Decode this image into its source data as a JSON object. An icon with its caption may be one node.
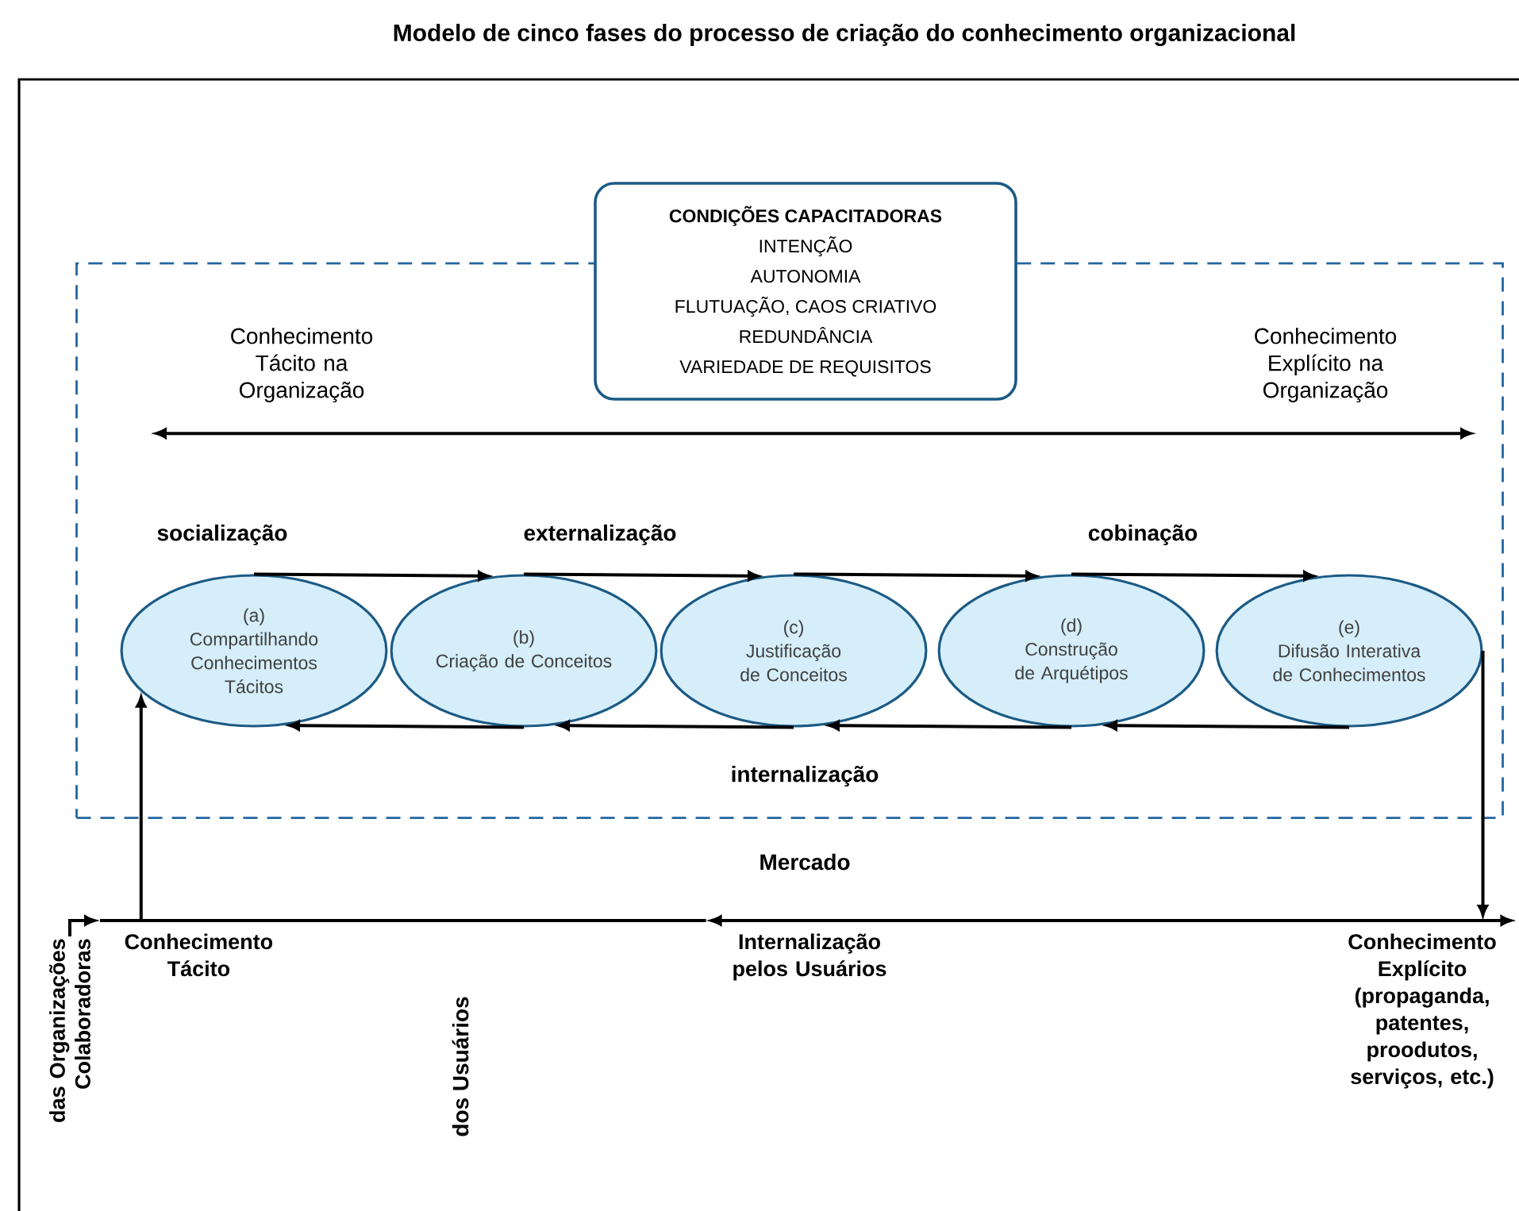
{
  "diagram": {
    "title": "Modelo de cinco fases do processo de criação do conhecimento organizacional",
    "nodes": [
      {
        "text": [
          "CONDIÇÕES CAPACITADORAS",
          "INTENÇÃO",
          "AUTONOMIA",
          "FLUTUAÇÃO, CAOS CRIATIVO",
          "REDUNDÂNCIA",
          "VARIEDADE DE REQUISITOS"
        ]
      },
      {
        "text": [],
        "shape": "box"
      },
      {
        "text": [
          "Conhecimento Tácito na Organização"
        ],
        "in": 1
      },
      {
        "text": [
          "Conhecimento Explícito na Organização"
        ],
        "in": 1
      },
      {
        "text": [
          "(a)",
          "Compartilhando Conhecimentos Tácitos"
        ],
        "in": 1
      },
      {
        "text": [
          "(b)",
          "Criação de Conceitos"
        ],
        "in": 1
      },
      {
        "text": [
          "(c)",
          "Justificação de Conceitos"
        ],
        "in": 1
      },
      {
        "text": [
          "(d)",
          "Construção de Arquétipos"
        ],
        "in": 1
      },
      {
        "text": [
          "(e)",
          "Difusão Interativa de Conhecimentos"
        ],
        "in": 1
      },
      {
        "text": [
          "Conhecimento Tácito"
        ]
      },
      {
        "text": [
          "Internalização pelos Usuários"
        ]
      },
      {
        "text": [
          "Conhecimento Explícito (propaganda, patentes, proodutos, serviços, etc.)"
        ]
      },
      {
        "text": [
          "das Organizações Colaboradoras"
        ]
      }
    ],
    "edges": [
      {
        "from": 2,
        "to": 3,
        "arrow": "both"
      },
      {
        "from": 4,
        "to": 5,
        "arrow": "to"
      },
      {
        "from": 5,
        "to": 6,
        "arrow": "to"
      },
      {
        "from": 6,
        "to": 7,
        "arrow": "to"
      },
      {
        "from": 7,
        "to": 8,
        "arrow": "to"
      },
      {
        "from": 8,
        "to": 7,
        "arrow": "to"
      },
      {
        "from": 7,
        "to": 6,
        "arrow": "to"
      },
      {
        "from": 6,
        "to": 5,
        "arrow": "to"
      },
      {
        "from": 5,
        "to": 4,
        "arrow": "to"
      },
      {
        "from": 9,
        "to": 4,
        "arrow": "to"
      },
      {
        "from": 8,
        "to": 11,
        "arrow": "to"
      },
      {
        "from": 12,
        "to": 9,
        "arrow": "to"
      },
      {
        "from": 9,
        "to": 10,
        "arrow": "none"
      },
      {
        "from": 10,
        "to": 11,
        "arrow": "both"
      }
    ],
    "labels": [
      "socialização",
      "externalização",
      "cobinação",
      "internalização",
      "Mercado",
      "dos Usuários"
    ]
  }
}
